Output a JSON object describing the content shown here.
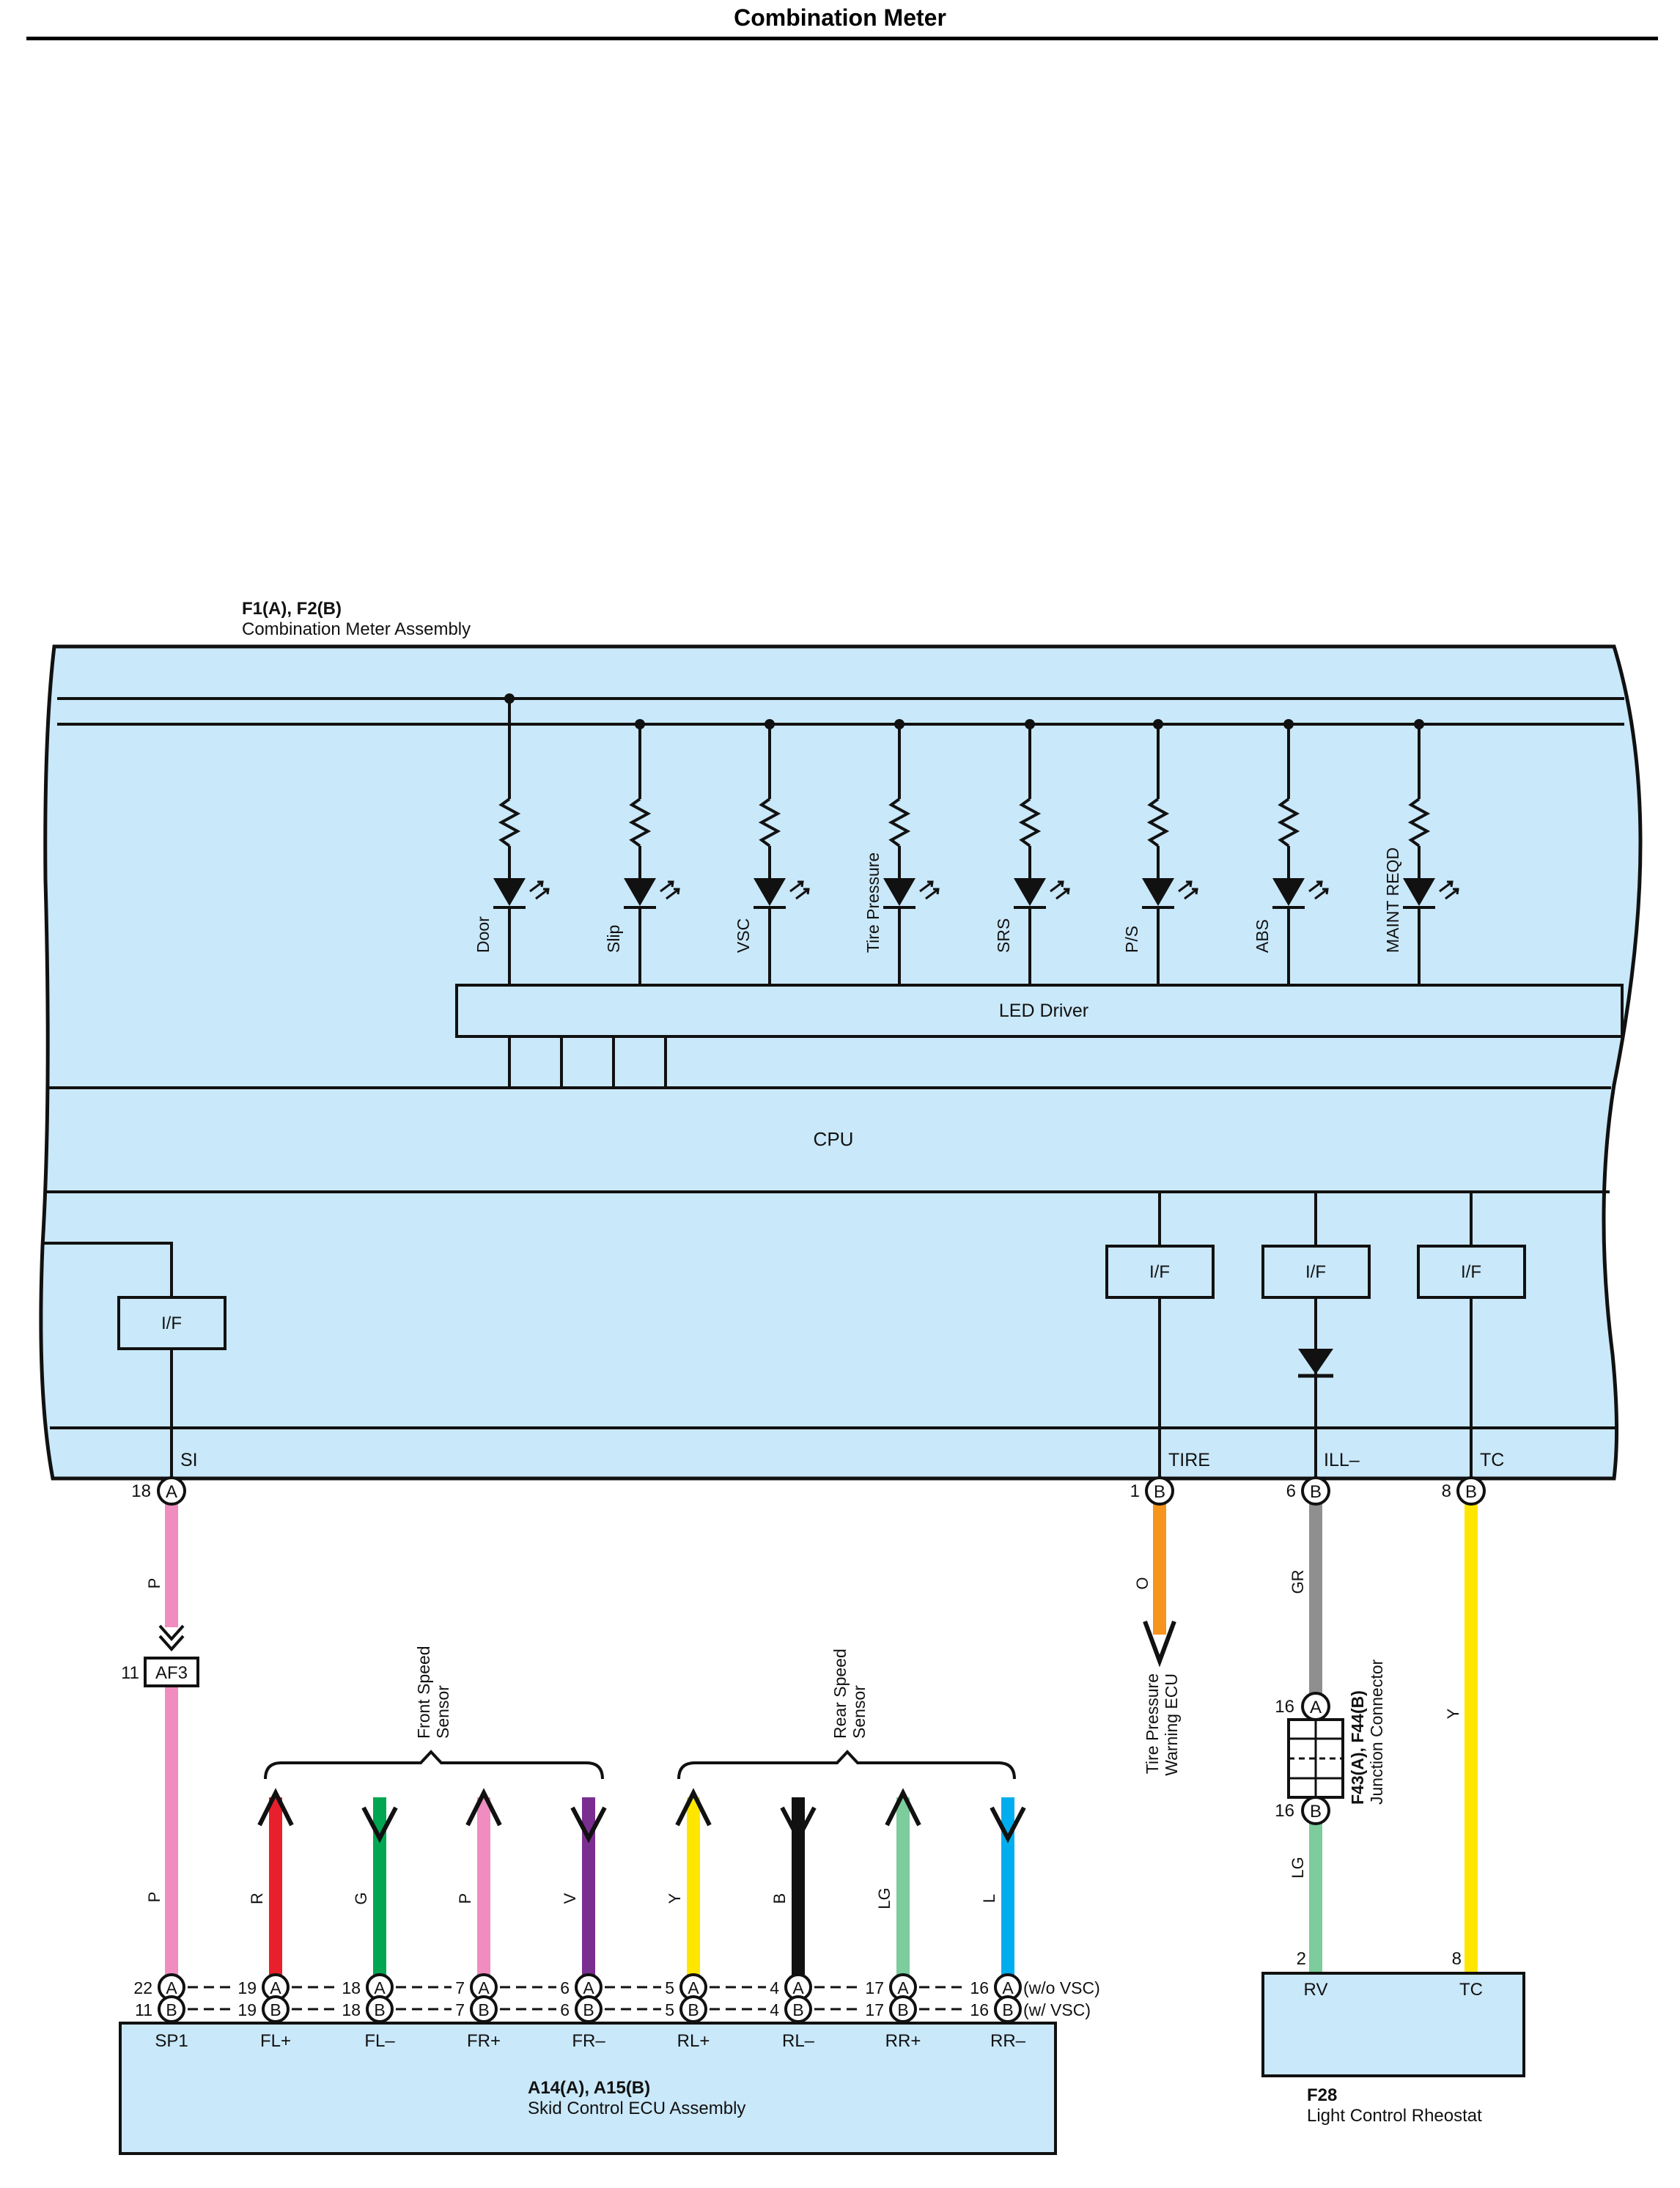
{
  "page": {
    "title": "Combination Meter"
  },
  "colors": {
    "panel": "#c9e8f9",
    "outline": "#111111",
    "P": "#f08cbf",
    "R": "#e8202c",
    "G": "#00a651",
    "V": "#7a2e90",
    "Y": "#ffe600",
    "B": "#111111",
    "LG": "#7ccc9c",
    "L": "#00aeef",
    "O": "#f7941d",
    "GR": "#8f8f8f"
  },
  "meter": {
    "code": "F1(A), F2(B)",
    "name": "Combination Meter Assembly",
    "led_driver": "LED Driver",
    "cpu": "CPU",
    "interfaces": [
      "I/F",
      "I/F",
      "I/F",
      "I/F"
    ],
    "leds": [
      "Door",
      "Slip",
      "VSC",
      "Tire Pressure",
      "SRS",
      "P/S",
      "ABS",
      "MAINT REQD"
    ],
    "terminals": [
      {
        "name": "SI",
        "pin": "18",
        "conn": "A"
      },
      {
        "name": "TIRE",
        "pin": "1",
        "conn": "B"
      },
      {
        "name": "ILL–",
        "pin": "6",
        "conn": "B"
      },
      {
        "name": "TC",
        "pin": "8",
        "conn": "B"
      }
    ]
  },
  "wires": {
    "si_upper": "P",
    "si_lower": "P",
    "tire": "O",
    "ill_upper": "GR",
    "ill_lower": "LG",
    "tc": "Y"
  },
  "junction_af3": {
    "pin": "11",
    "name": "AF3"
  },
  "front_sensor": {
    "label_line1": "Front Speed",
    "label_line2": "Sensor"
  },
  "rear_sensor": {
    "label_line1": "Rear Speed",
    "label_line2": "Sensor"
  },
  "ecu_terminals": [
    {
      "name": "SP1",
      "color": "P",
      "pin_a": "22",
      "pin_b": "11"
    },
    {
      "name": "FL+",
      "color": "R",
      "pin_a": "19",
      "pin_b": "19"
    },
    {
      "name": "FL–",
      "color": "G",
      "pin_a": "18",
      "pin_b": "18"
    },
    {
      "name": "FR+",
      "color": "P",
      "pin_a": "7",
      "pin_b": "7"
    },
    {
      "name": "FR–",
      "color": "V",
      "pin_a": "6",
      "pin_b": "6"
    },
    {
      "name": "RL+",
      "color": "Y",
      "pin_a": "5",
      "pin_b": "5"
    },
    {
      "name": "RL–",
      "color": "B",
      "pin_a": "4",
      "pin_b": "4"
    },
    {
      "name": "RR+",
      "color": "LG",
      "pin_a": "17",
      "pin_b": "17"
    },
    {
      "name": "RR–",
      "color": "L",
      "pin_a": "16",
      "pin_b": "16"
    }
  ],
  "connector_letters": {
    "a": "A",
    "b": "B"
  },
  "variant_labels": {
    "a": "(w/o VSC)",
    "b": "(w/ VSC)"
  },
  "ecu": {
    "code": "A14(A), A15(B)",
    "name": "Skid Control ECU Assembly"
  },
  "tire_ecu": {
    "line1": "Tire Pressure",
    "line2": "Warning ECU"
  },
  "junction_connector": {
    "code": "F43(A), F44(B)",
    "name": "Junction Connector",
    "pin_a": "16",
    "conn_a": "A",
    "pin_b": "16",
    "conn_b": "B"
  },
  "rheostat": {
    "code": "F28",
    "name": "Light Control Rheostat",
    "terminals": [
      {
        "name": "RV",
        "pin": "2"
      },
      {
        "name": "TC",
        "pin": "8"
      }
    ]
  }
}
